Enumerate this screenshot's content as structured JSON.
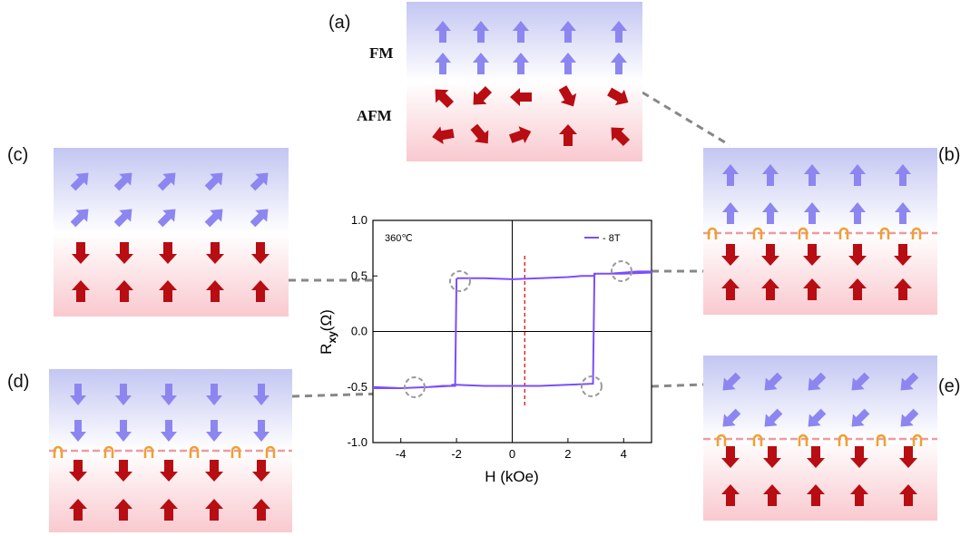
{
  "panels": {
    "a": {
      "label": "(a)",
      "fm_label": "FM",
      "afm_label": "AFM"
    },
    "b": {
      "label": "(b)"
    },
    "c": {
      "label": "(c)"
    },
    "d": {
      "label": "(d)"
    },
    "e": {
      "label": "(e)"
    }
  },
  "chart_data": {
    "type": "line",
    "annotation": "360℃",
    "xlabel": "H (kOe)",
    "ylabel_main": "R",
    "ylabel_sub": "xy",
    "ylabel_unit": "(Ω)",
    "xlim": [
      -5,
      5
    ],
    "ylim": [
      -1.0,
      1.0
    ],
    "xticks": [
      "-4",
      "-2",
      "0",
      "2",
      "4"
    ],
    "yticks": [
      "-1.0",
      "-0.5",
      "0.0",
      "0.5",
      "1.0"
    ],
    "series": [
      {
        "name": "- 8T",
        "color": "#7b4dff",
        "x": [
          -5,
          -4,
          -3,
          -2.5,
          -2.05,
          -2.0,
          -1.95,
          -1,
          0,
          1,
          2,
          2.5,
          2.9,
          2.95,
          3.0,
          3.5,
          4,
          4.5,
          5,
          5,
          4,
          3.5,
          3.0,
          2.95,
          2.9,
          2,
          1,
          0,
          -1,
          -2,
          -2.1,
          -2.15,
          -2.2,
          -3,
          -4,
          -5
        ],
        "y": [
          -0.5,
          -0.51,
          -0.5,
          -0.49,
          -0.49,
          0.47,
          0.48,
          0.48,
          0.47,
          0.48,
          0.49,
          0.5,
          0.5,
          0.51,
          0.52,
          0.52,
          0.53,
          0.54,
          0.54,
          0.53,
          0.52,
          0.52,
          0.52,
          0.52,
          -0.47,
          -0.48,
          -0.49,
          -0.49,
          -0.49,
          -0.48,
          -0.48,
          -0.48,
          -0.49,
          -0.5,
          -0.51,
          -0.51
        ]
      }
    ],
    "red_dashed_x": 0.45
  }
}
